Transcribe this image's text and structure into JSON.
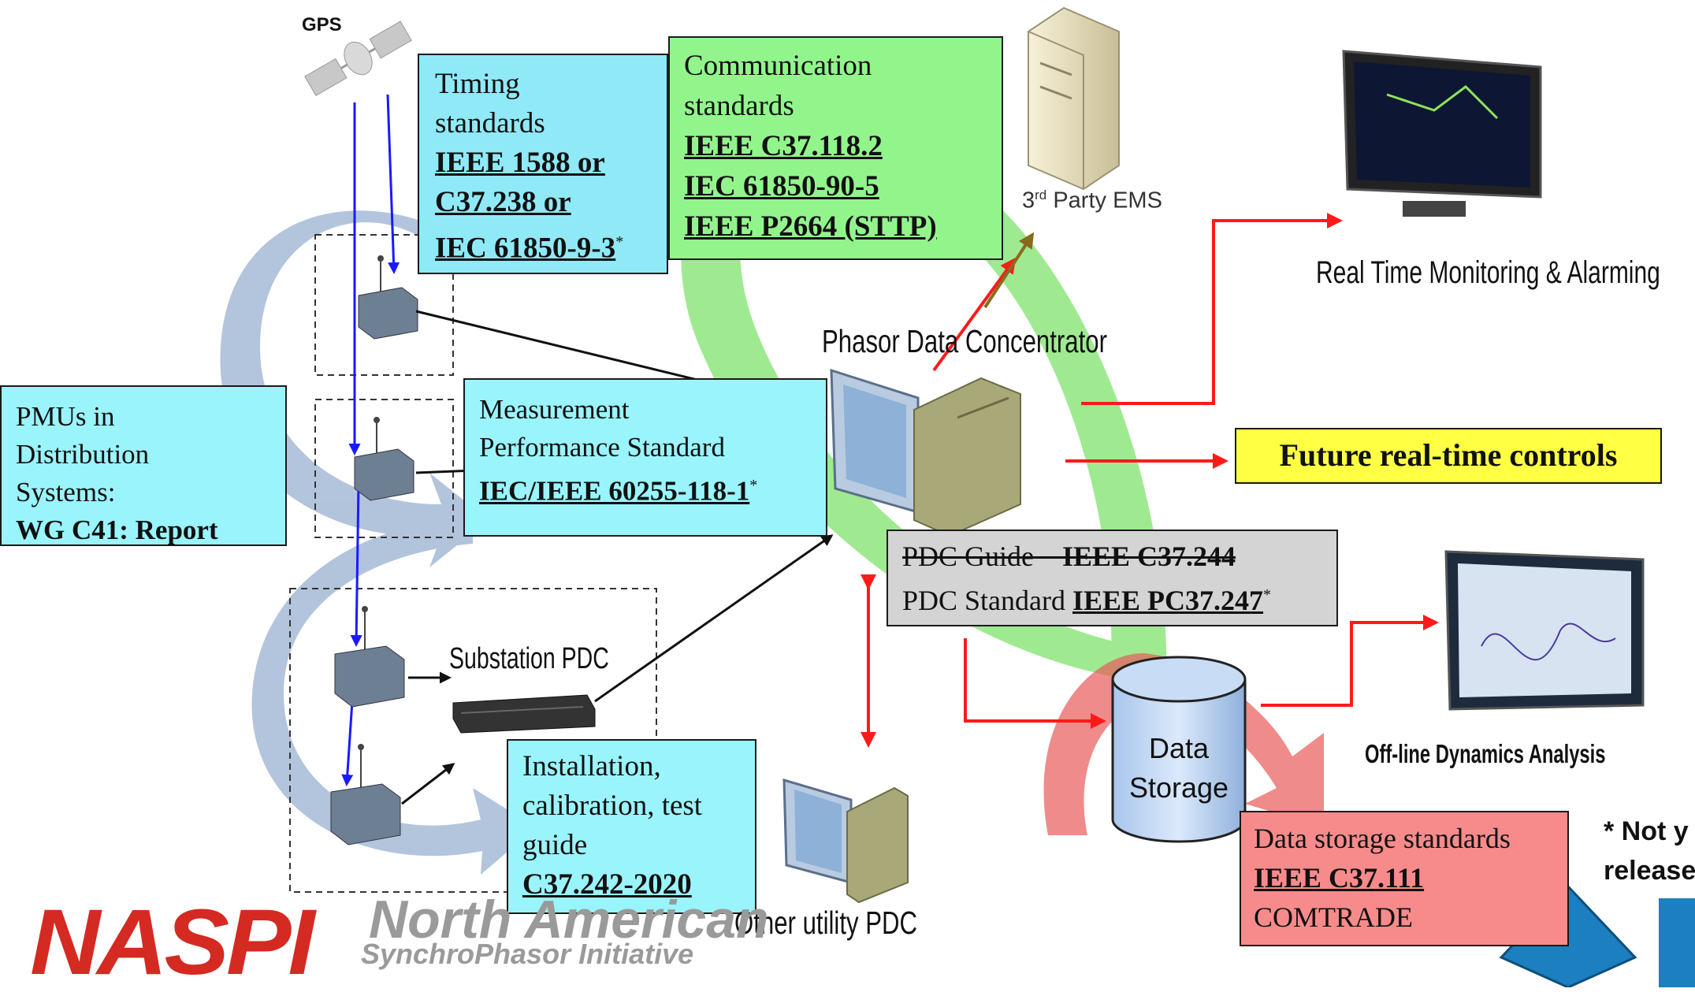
{
  "gps": {
    "label": "GPS"
  },
  "timing": {
    "line1": "Timing",
    "line2": "standards",
    "std1": "IEEE 1588 or",
    "std2": "C37.238 or",
    "std3": "IEC 61850-9-3",
    "star": "*"
  },
  "communication": {
    "line1": "Communication",
    "line2": "standards",
    "std1": "IEEE C37.118.2",
    "std2": "IEC 61850-90-5",
    "std3": "IEEE P2664 (STTP)"
  },
  "ems": {
    "label_pre": "3",
    "label_sup": "rd",
    "label_post": " Party EMS"
  },
  "monitoring": {
    "label": "Real Time Monitoring & Alarming"
  },
  "pdc": {
    "label": "Phasor Data Concentrator"
  },
  "pmu_box": {
    "line1": "PMUs in",
    "line2": "Distribution",
    "line3": "Systems:",
    "line4": "WG C41: Report"
  },
  "measurement": {
    "line1": "Measurement",
    "line2": "Performance Standard",
    "std": "IEC/IEEE 60255-118-1",
    "star": "*"
  },
  "future": {
    "label": "Future real-time controls"
  },
  "pdc_std": {
    "guide_label": "PDC Guide",
    "guide_std": "IEEE C37.244",
    "std_label": "PDC Standard",
    "std_std": "IEEE PC37.247",
    "star": "*"
  },
  "substation": {
    "label": "Substation PDC"
  },
  "installation": {
    "line1": "Installation,",
    "line2": "calibration, test",
    "line3": "guide",
    "std": "C37.242-2020"
  },
  "other_pdc": {
    "label": "Other utility PDC"
  },
  "storage": {
    "line1": "Data",
    "line2": "Storage"
  },
  "offline": {
    "label": "Off-line Dynamics Analysis"
  },
  "data_storage_std": {
    "line1": "Data storage standards",
    "std": "IEEE C37.111",
    "line3": "COMTRADE"
  },
  "note": {
    "line1": "* Not y",
    "line2": "release"
  },
  "logo": {
    "brand": "NASPI",
    "name1": "North American",
    "name2": "SynchroPhasor Initiative"
  },
  "colors": {
    "gps_arrow": "#1a1aff",
    "red_arrow": "#ff1a1a",
    "green_arrow": "#7fe36b",
    "blue_arrow": "#8aa6c9",
    "pink_arrow": "#e85a5a",
    "logo_red": "#d42a22",
    "logo_grey": "#9a9a9a"
  }
}
